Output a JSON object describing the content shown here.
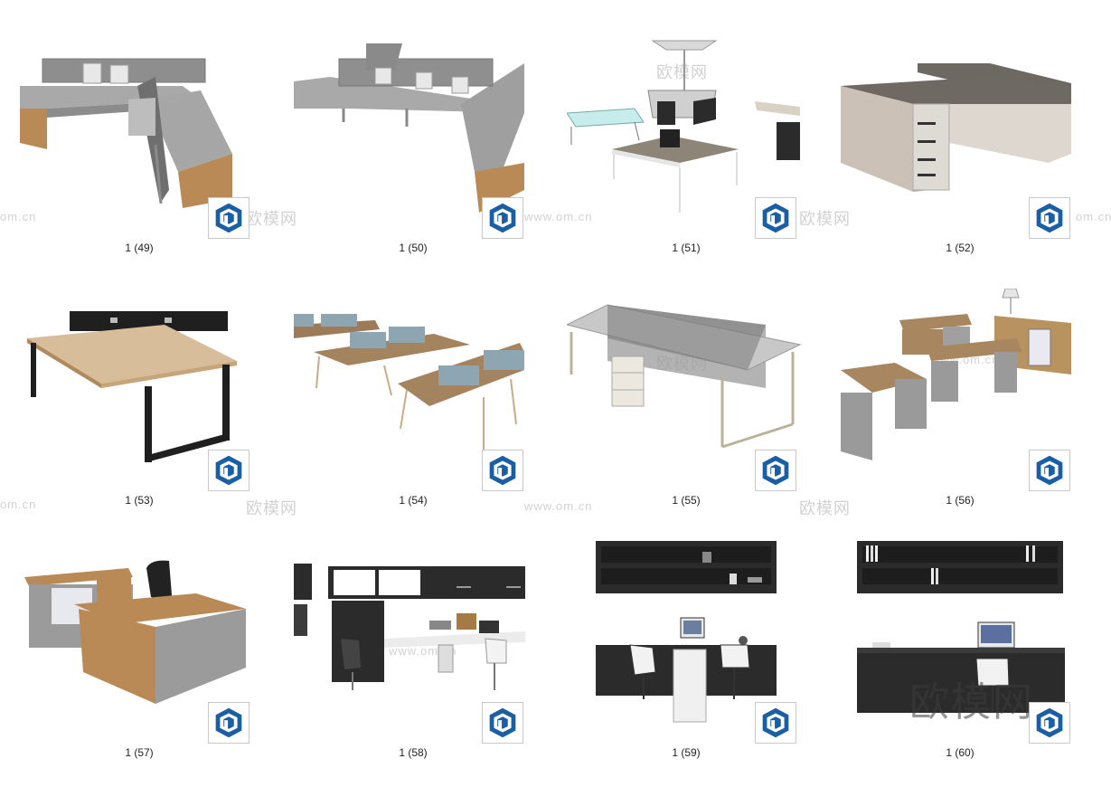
{
  "tiles": [
    {
      "label": "1 (49)"
    },
    {
      "label": "1 (50)"
    },
    {
      "label": "1 (51)"
    },
    {
      "label": "1 (52)"
    },
    {
      "label": "1 (53)"
    },
    {
      "label": "1 (54)"
    },
    {
      "label": "1 (55)"
    },
    {
      "label": "1 (56)"
    },
    {
      "label": "1 (57)"
    },
    {
      "label": "1 (58)"
    },
    {
      "label": "1 (59)"
    },
    {
      "label": "1 (60)"
    }
  ],
  "watermarks": {
    "brand": "欧模网",
    "domain": "www.om.cn",
    "domain_short": "om.cn"
  },
  "badge_icon": "sketchup-icon",
  "colors": {
    "sketchup_blue": "#1a5fa6",
    "wood": "#b98a55",
    "grey_top": "#9a9a9a",
    "dark": "#2b2b2b"
  }
}
